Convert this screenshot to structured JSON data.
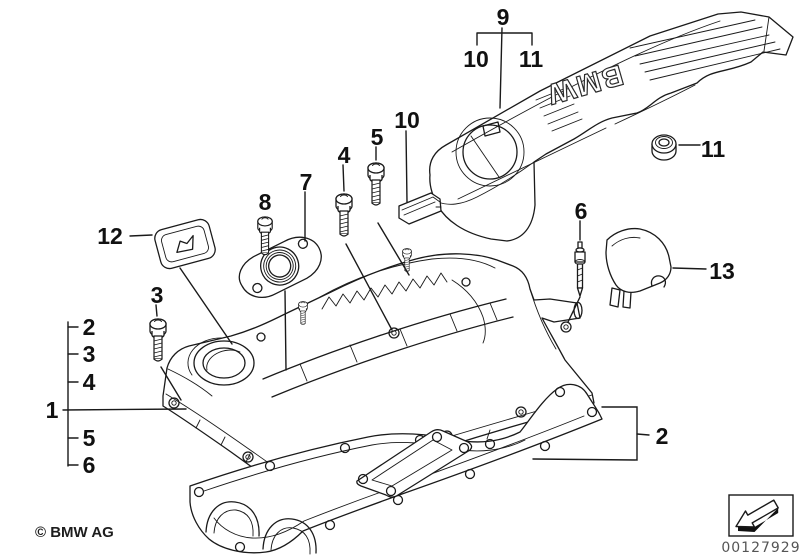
{
  "document": {
    "type": "parts-diagram",
    "subject": "Cylinder head cover / engine acoustic cover exploded view"
  },
  "engine_cover": {
    "brand_text": "BMW"
  },
  "callouts": {
    "labels": {
      "l1": "1",
      "l2_right": "2",
      "l3_bolt": "3",
      "l4": "4",
      "l5": "5",
      "l6": "6",
      "l7": "7",
      "l8": "8",
      "l9": "9",
      "l10_top": "10",
      "l10_mid": "10",
      "l11_top": "11",
      "l11_right": "11",
      "l12": "12",
      "l13": "13",
      "stack": [
        "2",
        "3",
        "4",
        "5",
        "6"
      ]
    }
  },
  "footer": {
    "copyright": "© BMW AG",
    "image_number": "00127929"
  },
  "colors": {
    "line": "#1a1a1a",
    "background": "#ffffff",
    "stamp_fill": "#111111"
  }
}
